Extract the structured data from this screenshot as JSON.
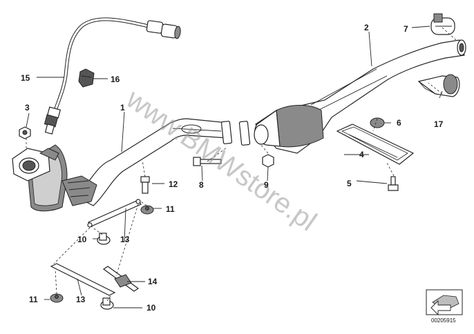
{
  "watermark": "www.BMWstore.pl",
  "catalog_number": "00205915",
  "callouts": {
    "c1": "1",
    "c2": "2",
    "c3": "3",
    "c4": "4",
    "c5": "5",
    "c6": "6",
    "c7": "7",
    "c8": "8",
    "c9": "9",
    "c10a": "10",
    "c10b": "10",
    "c11a": "11",
    "c11b": "11",
    "c12": "12",
    "c13a": "13",
    "c13b": "13",
    "c14": "14",
    "c15": "15",
    "c16": "16",
    "c17": "17"
  }
}
